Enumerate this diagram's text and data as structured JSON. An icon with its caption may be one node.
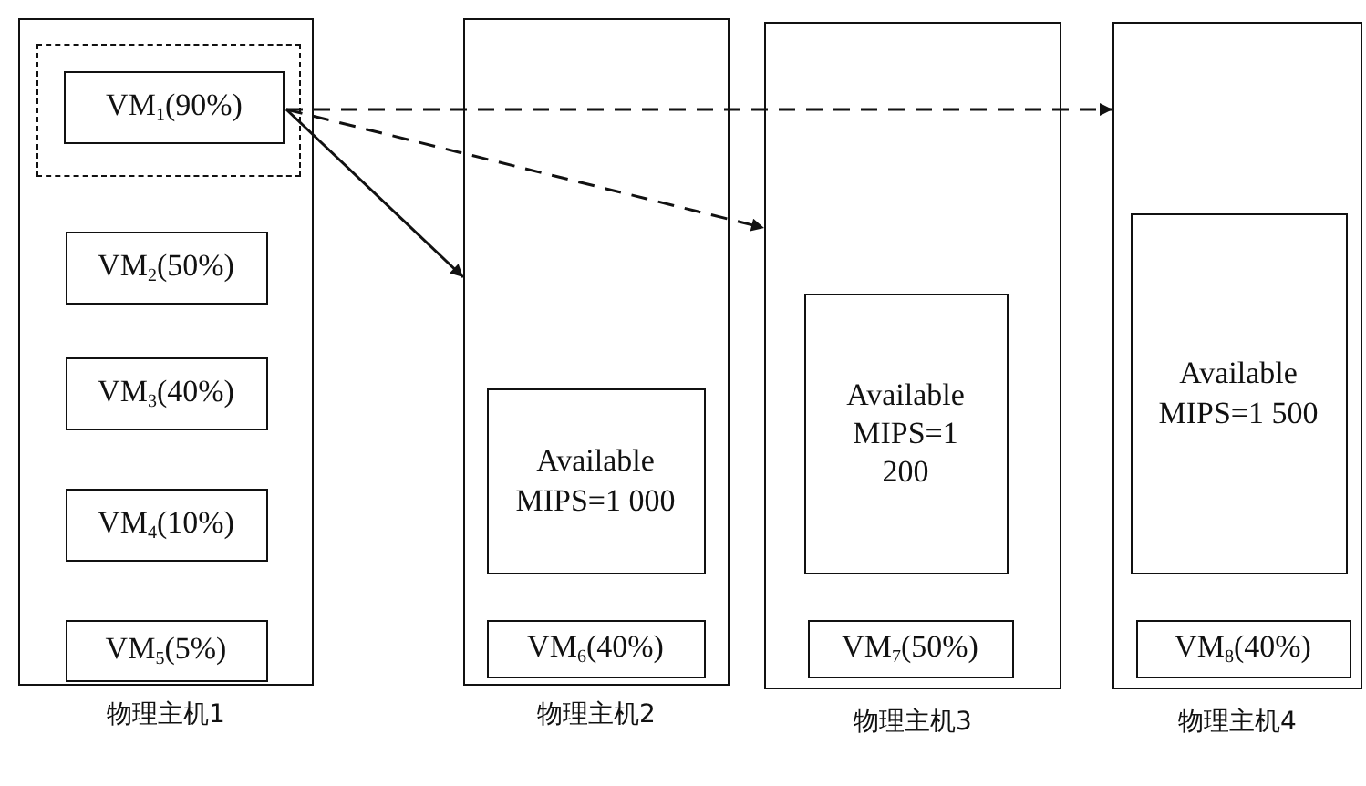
{
  "diagram": {
    "nodes": [
      {
        "text": [
          "物理主机1"
        ]
      },
      {
        "text": [],
        "shape": "box",
        "in": 0
      },
      {
        "text": [
          "VM$_{1}$(90%)"
        ],
        "in": 1
      },
      {
        "text": [
          "VM$_{2}$(50%)"
        ],
        "in": 0
      },
      {
        "text": [
          "VM$_{3}$(40%)"
        ],
        "in": 0
      },
      {
        "text": [
          "VM$_{4}$(10%)"
        ],
        "in": 0
      },
      {
        "text": [
          "VM$_{5}$(5%)"
        ],
        "in": 0
      },
      {
        "text": [
          "物理主机2"
        ]
      },
      {
        "text": [
          "Available MIPS=1 000"
        ],
        "in": 7
      },
      {
        "text": [
          "VM$_{6}$(40%)"
        ],
        "in": 7
      },
      {
        "text": [
          "物理主机3"
        ]
      },
      {
        "text": [
          "Available MIPS=1 200"
        ],
        "in": 10
      },
      {
        "text": [
          "VM$_{7}$(50%)"
        ],
        "in": 10
      },
      {
        "text": [
          "物理主机4"
        ]
      },
      {
        "text": [
          "Available MIPS=1 500"
        ],
        "in": 13
      },
      {
        "text": [
          "VM$_{8}$(40%)"
        ],
        "in": 13
      }
    ],
    "edges": [
      {
        "from": 2,
        "to": 7,
        "arrow": "to"
      },
      {
        "from": 2,
        "to": 10,
        "arrow": "to",
        "style": "dashed"
      },
      {
        "from": 2,
        "to": 13,
        "arrow": "to",
        "style": "dashed"
      }
    ]
  }
}
